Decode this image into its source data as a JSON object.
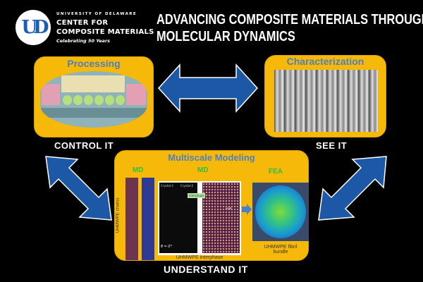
{
  "header": {
    "logo": {
      "monogram": "UD",
      "university": "UNIVERSITY OF DELAWARE",
      "center_line1": "CENTER FOR",
      "center_line2": "COMPOSITE MATERIALS",
      "tagline": "Celebrating 50 Years"
    },
    "title_line1": "ADVANCING COMPOSITE MATERIALS THROUGH",
    "title_line2": "MOLECULAR DYNAMICS"
  },
  "colors": {
    "box": "#f6b90a",
    "arrow": "#1d58a6",
    "box_title": "#4f7fc0",
    "md_label": "#2ec13a"
  },
  "processing": {
    "title": "Processing",
    "caption": "CONTROL IT"
  },
  "characterization": {
    "title": "Characterization",
    "caption": "SEE IT"
  },
  "modeling": {
    "title": "Multiscale Modeling",
    "caption": "UNDERSTAND IT",
    "md1": "MD",
    "md2": "MD",
    "fea": "FEA",
    "chains_label": "UHMWPE chains",
    "crystal1": "Crystal-1",
    "crystal2": "Crystal-2",
    "interphase_tag": "Interphase",
    "angle": "θ = 0°",
    "void": "void",
    "interphase_caption": "UHMWPE interphase",
    "fea_caption_line1": "UHMWPE fibril",
    "fea_caption_line2": "bundle"
  }
}
